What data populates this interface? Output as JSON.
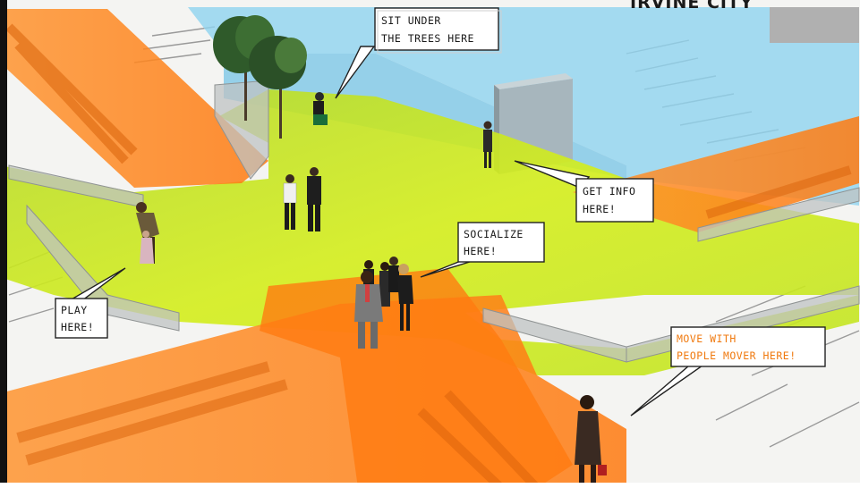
{
  "header": {
    "title": "IRVINE CITY"
  },
  "callouts": [
    {
      "id": "sit",
      "lines": [
        "SIT UNDER",
        "THE TREES HERE"
      ],
      "color": "#1a1a1a"
    },
    {
      "id": "info",
      "lines": [
        "GET INFO",
        "HERE!"
      ],
      "color": "#1a1a1a"
    },
    {
      "id": "socialize",
      "lines": [
        "SOCIALIZE",
        "HERE!"
      ],
      "color": "#1a1a1a"
    },
    {
      "id": "play",
      "lines": [
        "PLAY",
        "HERE!"
      ],
      "color": "#1a1a1a"
    },
    {
      "id": "mover",
      "lines": [
        "MOVE WITH",
        "PEOPLE MOVER HERE!"
      ],
      "color": "#f07a10"
    }
  ],
  "colors": {
    "plaza_green": "#c8e61e",
    "walkway_orange": "#ff8c1e",
    "building_blue": "#8ed3ef",
    "frame_black": "#111111"
  }
}
